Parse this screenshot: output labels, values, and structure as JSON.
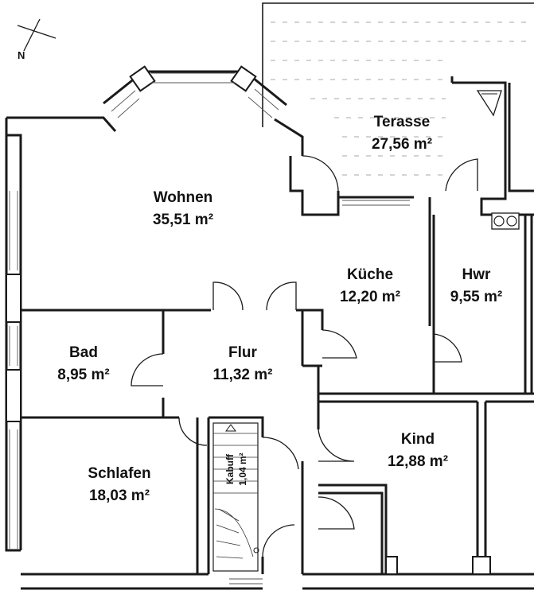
{
  "compass": {
    "north_label": "N"
  },
  "rooms": {
    "terasse": {
      "name": "Terasse",
      "area": "27,56 m²"
    },
    "wohnen": {
      "name": "Wohnen",
      "area": "35,51 m²"
    },
    "kueche": {
      "name": "Küche",
      "area": "12,20 m²"
    },
    "hwr": {
      "name": "Hwr",
      "area": "9,55 m²"
    },
    "bad": {
      "name": "Bad",
      "area": "8,95 m²"
    },
    "flur": {
      "name": "Flur",
      "area": "11,32 m²"
    },
    "kind": {
      "name": "Kind",
      "area": "12,88 m²"
    },
    "schlafen": {
      "name": "Schlafen",
      "area": "18,03 m²"
    },
    "kabuff": {
      "name": "Kabuff",
      "area": "1,04 m²"
    }
  },
  "colors": {
    "wall": "#1a1a1a",
    "background": "#ffffff"
  }
}
